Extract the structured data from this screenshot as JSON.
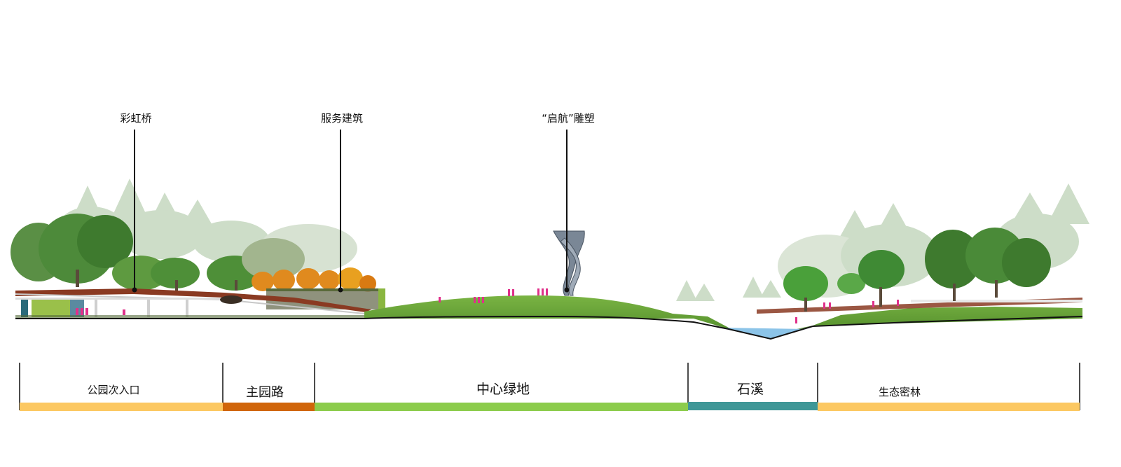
{
  "callouts": [
    {
      "id": "rainbow-bridge",
      "label": "彩虹桥"
    },
    {
      "id": "service-building",
      "label": "服务建筑"
    },
    {
      "id": "sculpture",
      "label": "“启航”雕塑"
    }
  ],
  "zones": [
    {
      "id": "secondary-entrance",
      "label": "公园次入口",
      "color": "#fcc862"
    },
    {
      "id": "main-road",
      "label": "主园路",
      "color": "#d0650a"
    },
    {
      "id": "central-green",
      "label": "中心绿地",
      "color": "#8ccc4c"
    },
    {
      "id": "stone-creek",
      "label": "石溪",
      "color": "#3f9797"
    },
    {
      "id": "eco-forest",
      "label": "生态密林",
      "color": "#fcc862"
    }
  ],
  "colors": {
    "grass": "#6ea83a",
    "grass_dark": "#4f8a2a",
    "tree_dark": "#3e7a2e",
    "tree_mid": "#6aa44a",
    "tree_fade": "#c9d9c4",
    "autumn": "#e08a1e",
    "bridge": "#8a3a22",
    "water": "#8cc4e8",
    "people": "#e0308a",
    "sculpture": "#7a8796"
  }
}
